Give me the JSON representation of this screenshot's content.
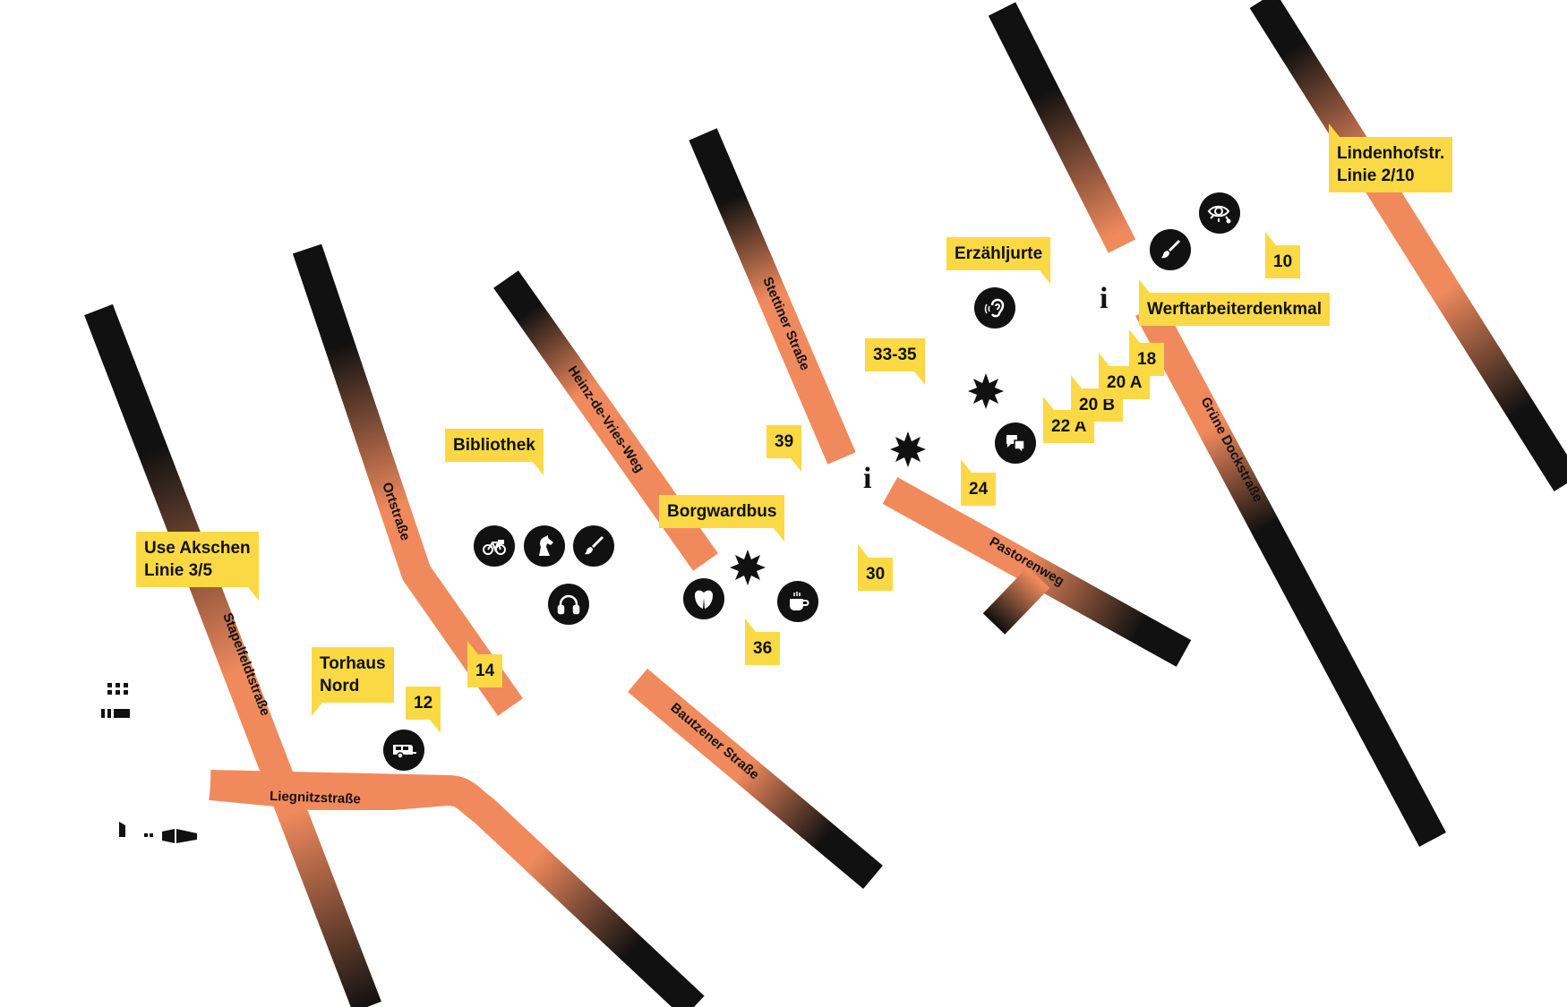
{
  "colors": {
    "road_orange": "#f08a5d",
    "road_black": "#111111",
    "tag_yellow": "#fbd945",
    "icon_bg": "#111111"
  },
  "streets": {
    "stapelfeldtstrasse": "Stapelfeldtstraße",
    "ortstrasse": "Ortstraße",
    "heinz_de_vries_weg": "Heinz-de-Vries-Weg",
    "stettiner_strasse": "Stettiner Straße",
    "pastorenweg": "Pastorenweg",
    "gruene_dockstrasse": "Grüne Dockstraße",
    "bautzener_strasse": "Bautzener Straße",
    "liegnitzstrasse": "Liegnitzstraße"
  },
  "places": {
    "use_akschen_1": "Use Akschen",
    "use_akschen_2": "Linie 3/5",
    "torhaus_1": "Torhaus",
    "torhaus_2": "Nord",
    "bibliothek": "Bibliothek",
    "borgwardbus": "Borgwardbus",
    "erzaehljurte": "Erzähljurte",
    "werftarbeiterdenkmal": "Werftarbeiterdenkmal",
    "lindenhofstr_1": "Lindenhofstr.",
    "lindenhofstr_2": "Linie 2/10"
  },
  "numbers": {
    "n12": "12",
    "n14": "14",
    "n36": "36",
    "n39": "39",
    "n30": "30",
    "n33_35": "33-35",
    "n24": "24",
    "n22a": "22 A",
    "n20b": "20 B",
    "n20a": "20 A",
    "n18": "18",
    "n10": "10"
  },
  "info_marks": {
    "glyph": "i"
  },
  "icons": [
    "bicycle-icon",
    "horse-icon",
    "paintbrush-icon",
    "headphones-icon",
    "mustache-icon",
    "coffee-icon",
    "caravan-icon",
    "ear-icon",
    "speech-bubbles-icon",
    "eye-icon",
    "star-burst-icon"
  ]
}
